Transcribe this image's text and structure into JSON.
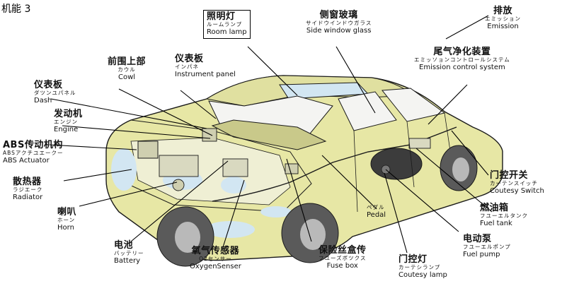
{
  "page": {
    "title": "机能 3"
  },
  "labels": {
    "room_lamp": {
      "zh": "照明灯",
      "ja": "ルームランプ",
      "en": "Room lamp"
    },
    "side_window": {
      "zh": "侧窗玻璃",
      "ja": "サイドウインドウガラス",
      "en": "Side window glass"
    },
    "emission": {
      "zh": "排放",
      "ja": "エミッション",
      "en": "Emission"
    },
    "emission_control": {
      "zh": "尾气净化装置",
      "ja": "エミッソョンコントロールシステム",
      "en": "Emission control system"
    },
    "cowl": {
      "zh": "前围上部",
      "ja": "カウル",
      "en": "Cowl"
    },
    "instrument_panel": {
      "zh": "仪表板",
      "ja": "インパネ",
      "en": "Instrument panel"
    },
    "dash": {
      "zh": "仪表板",
      "ja": "ダツンユパネル",
      "en": "Dash"
    },
    "engine": {
      "zh": "发动机",
      "ja": "エンジン",
      "en": "Engine"
    },
    "abs": {
      "zh": "ABS传动机构",
      "ja": "ABSアクチユエークー",
      "en": "ABS Actuator"
    },
    "radiator": {
      "zh": "散热器",
      "ja": "ラジエーク",
      "en": "Radiator"
    },
    "horn": {
      "zh": "喇叭",
      "ja": "ホーン",
      "en": "Horn"
    },
    "battery": {
      "zh": "电池",
      "ja": "バッテリー",
      "en": "Battery"
    },
    "oxygen_sensor": {
      "zh": "氧气传感器",
      "ja": "O2センサー",
      "en": "OxygenSenser"
    },
    "fuse_box": {
      "zh": "保险丝盒传",
      "ja": "フユーズボツクス",
      "en": "Fuse box"
    },
    "pedal": {
      "ja": "ペダル",
      "en": "Pedal"
    },
    "courtesy_lamp": {
      "zh": "门控灯",
      "ja": "カーテシランプ",
      "en": "Coutesy lamp"
    },
    "courtesy_switch": {
      "zh": "门控开关",
      "ja": "カーテンスイッチ",
      "en": "Coutesy Switch"
    },
    "fuel_tank": {
      "zh": "燃油箱",
      "ja": "フユーエルタンク",
      "en": "Fuel tank"
    },
    "fuel_pump": {
      "zh": "电动泵",
      "ja": "フユーエルポンプ",
      "en": "Fuel pump"
    }
  },
  "colors": {
    "body": "#e7e7a5",
    "glass": "#f4f4f2",
    "highlight": "#d2e6f2",
    "outline": "#1a1a1a",
    "tire": "#5a5a5a"
  }
}
